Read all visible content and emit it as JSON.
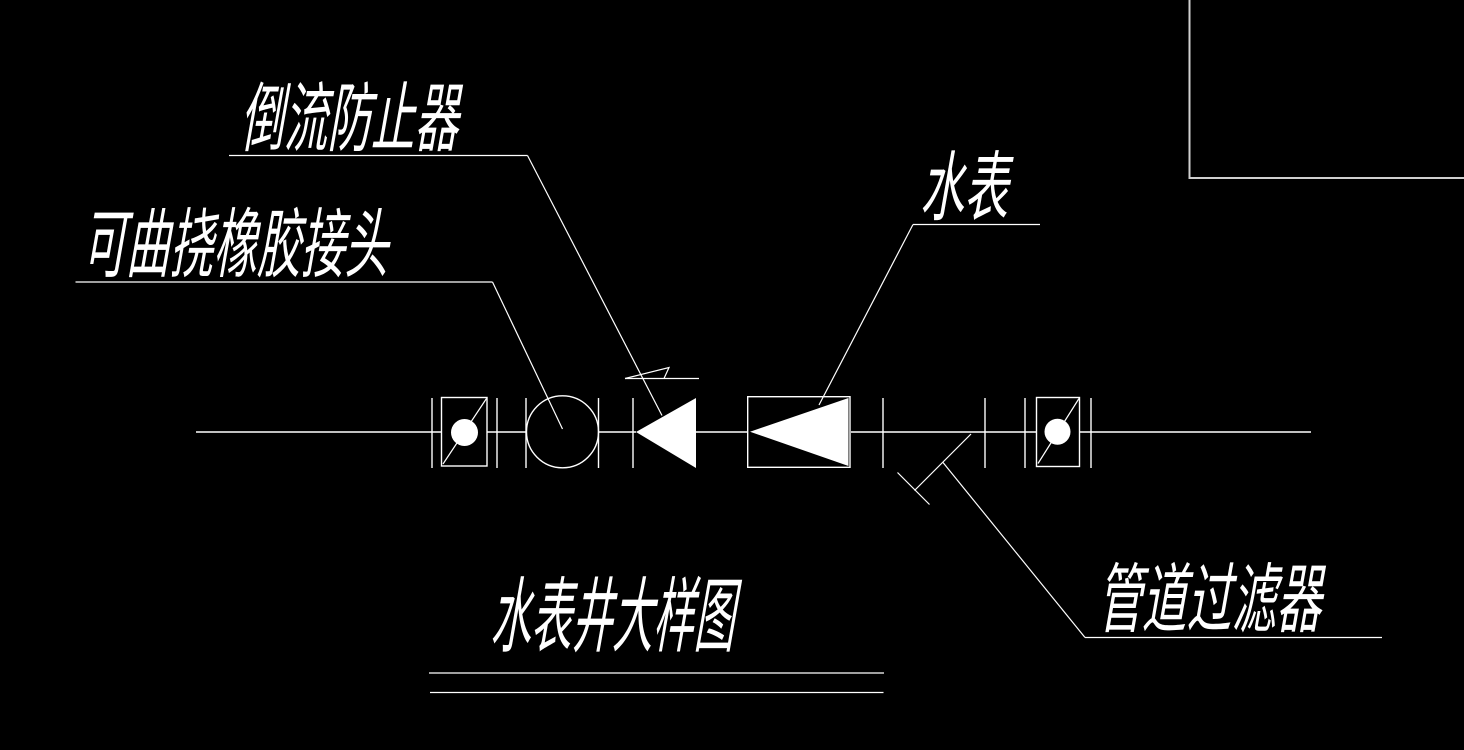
{
  "drawing": {
    "type": "cad-detail-plumbing",
    "background_color": "#000000",
    "line_color": "#ffffff",
    "frame_color": "#cfcfcf",
    "title": {
      "text": "水表井大样图",
      "underline": "double"
    },
    "labels": {
      "backflow_preventer": "倒流防止器",
      "flexible_rubber_joint": "可曲挠橡胶接头",
      "water_meter": "水表",
      "pipe_strainer": "管道过滤器"
    },
    "symbols": [
      {
        "name": "waterproof-sleeve-left",
        "glyph": "box-with-filled-dot-and-diagonal"
      },
      {
        "name": "flexible-rubber-joint",
        "glyph": "open-circle-on-pipe"
      },
      {
        "name": "backflow-preventer-valve",
        "glyph": "filled-left-triangle-with-flag"
      },
      {
        "name": "water-meter",
        "glyph": "filled-left-triangle-in-box"
      },
      {
        "name": "pipe-strainer",
        "glyph": "y-strainer-diagonal-below-pipe"
      },
      {
        "name": "waterproof-sleeve-right",
        "glyph": "box-with-filled-dot-and-diagonal"
      }
    ]
  }
}
